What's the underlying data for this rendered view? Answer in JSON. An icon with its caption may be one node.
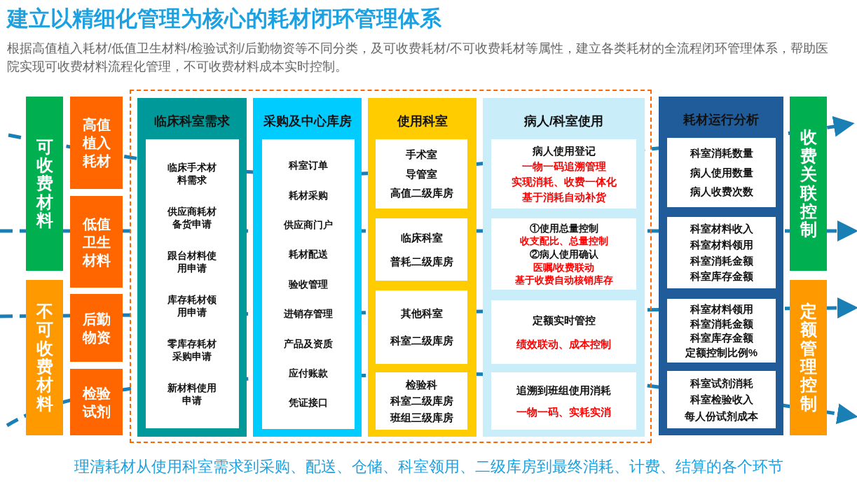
{
  "diagram": {
    "title": "建立以精细化管理为核心的耗材闭环管理体系",
    "caption": "理清耗材从使用科室需求到采购、配送、仓储、科室领用、二级库房到最终消耗、计费、结算的各个环节",
    "labels": [
      "根据高值植入耗材/低值卫生材料/检验试剂/后勤物资等不同分类，及可收费耗材/不可收费耗材等属性，建立各类耗材的全流程闭环管理体系，帮助医院实现可收费材料流程化管理，不可收费材料成本实时控制。"
    ],
    "nodes": [
      {
        "text": [
          "可收费材料"
        ]
      },
      {
        "text": [
          "不可收费材料"
        ]
      },
      {
        "text": [
          "高值植入耗材"
        ]
      },
      {
        "text": [
          "低值卫生材料"
        ]
      },
      {
        "text": [
          "后勤物资"
        ]
      },
      {
        "text": [
          "检验试剂"
        ]
      },
      {
        "text": [],
        "shape": "box"
      },
      {
        "text": [
          "临床科室需求"
        ],
        "in": 6
      },
      {
        "text": [
          "临床手术材料需求",
          "供应商耗材备货申请",
          "跟台材料使用申请",
          "库存耗材领用申请",
          "零库存耗材采购申请",
          "新材料使用申请"
        ],
        "in": 7
      },
      {
        "text": [
          "采购及中心库房"
        ],
        "in": 6
      },
      {
        "text": [
          "科室订单",
          "耗材采购",
          "供应商门户",
          "耗材配送",
          "验收管理",
          "进销存管理",
          "产品及资质",
          "应付账款",
          "凭证接口"
        ],
        "in": 9
      },
      {
        "text": [
          "使用科室"
        ],
        "in": 6
      },
      {
        "text": [
          "手术室",
          "导管室",
          "高值二级库房"
        ],
        "in": 11
      },
      {
        "text": [
          "临床科室",
          "普耗二级库房"
        ],
        "in": 11
      },
      {
        "text": [
          "其他科室",
          "科室二级库房"
        ],
        "in": 11
      },
      {
        "text": [
          "检验科",
          "科室二级库房",
          "班组三级库房"
        ],
        "in": 11
      },
      {
        "text": [
          "病人/科室使用"
        ],
        "in": 6
      },
      {
        "text": [
          "病人使用登记",
          "一物一码追溯管理",
          "实现消耗、收费一体化",
          "基于消耗自动补货"
        ],
        "in": 16
      },
      {
        "text": [
          "①使用总量控制",
          "收支配比、总量控制",
          "②病人使用确认",
          "医嘱/收费联动",
          "基于收费自动核销库存"
        ],
        "in": 16
      },
      {
        "text": [
          "定额实时管控",
          "绩效联动、成本控制"
        ],
        "in": 16
      },
      {
        "text": [
          "追溯到班组使用消耗",
          "一物一码、实耗实消"
        ],
        "in": 16
      },
      {
        "text": [
          "耗材运行分析"
        ]
      },
      {
        "text": [
          "科室消耗数量",
          "病人使用数量",
          "病人收费次数"
        ],
        "in": 21
      },
      {
        "text": [
          "科室材料收入",
          "科室材料领用",
          "科室消耗金额",
          "科室库存金额"
        ],
        "in": 21
      },
      {
        "text": [
          "科室材料领用",
          "科室消耗金额",
          "科室库存金额",
          "定额控制比例%"
        ],
        "in": 21
      },
      {
        "text": [
          "科室试剂消耗",
          "科室检验收入",
          "每人份试剂成本"
        ],
        "in": 21
      },
      {
        "text": [
          "收费关联控制"
        ]
      },
      {
        "text": [
          "定额管理控制"
        ]
      }
    ]
  }
}
